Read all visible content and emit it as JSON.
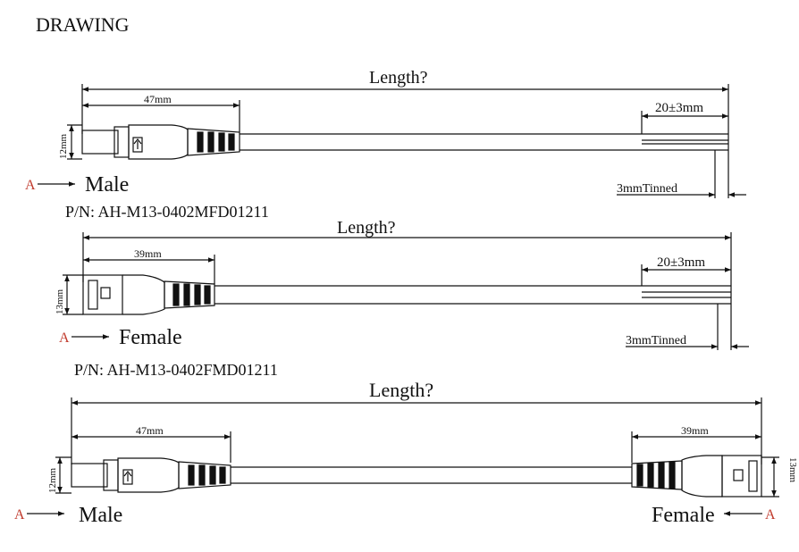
{
  "title": "DRAWING",
  "colors": {
    "ink": "#111111",
    "marker": "#c0392b"
  },
  "sections": [
    {
      "length_label": "Length?",
      "connector_dim": "47mm",
      "height_dim": "12mm",
      "strip_dim": "20±3mm",
      "tinned_dim": "3mmTinned",
      "marker": "A",
      "connector_label": "Male",
      "part_number": "P/N: AH-M13-0402MFD01211"
    },
    {
      "length_label": "Length?",
      "connector_dim": "39mm",
      "height_dim": "13mm",
      "strip_dim": "20±3mm",
      "tinned_dim": "3mmTinned",
      "marker": "A",
      "connector_label": "Female",
      "part_number": "P/N: AH-M13-0402FMD01211"
    },
    {
      "length_label": "Length?",
      "left_dim": "47mm",
      "left_height_dim": "12mm",
      "right_dim": "39mm",
      "right_height_dim": "13mm",
      "left_marker": "A",
      "left_label": "Male",
      "right_marker": "A",
      "right_label": "Female"
    }
  ]
}
